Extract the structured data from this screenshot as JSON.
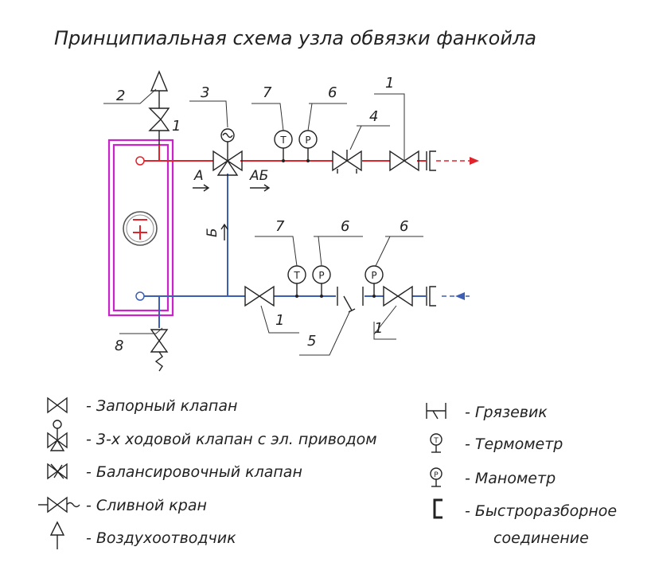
{
  "title": "Принципиальная схема узла обвязки фанкойла",
  "callouts": {
    "c1_top": "1",
    "c1_air": "1",
    "c2": "2",
    "c3": "3",
    "c4": "4",
    "c5": "5",
    "c6_top": "6",
    "c6_bot_a": "6",
    "c6_bot_b": "6",
    "c7_top": "7",
    "c7_bot": "7",
    "c8": "8",
    "c1_bot_a": "1",
    "c1_bot_b": "1"
  },
  "flows": {
    "a": "А",
    "ab": "АБ",
    "b": "Б"
  },
  "instruments": {
    "thermo": "T",
    "mano": "P"
  },
  "legend_left": [
    {
      "icon": "shutoff-valve-icon",
      "text": "- Запорный клапан"
    },
    {
      "icon": "three-way-valve-icon",
      "text": "- 3-х ходовой клапан с эл. приводом"
    },
    {
      "icon": "balancing-valve-icon",
      "text": "- Балансировочный клапан"
    },
    {
      "icon": "drain-cock-icon",
      "text": "- Сливной кран"
    },
    {
      "icon": "air-vent-icon",
      "text": "- Воздухоотводчик"
    }
  ],
  "legend_right": [
    {
      "icon": "strainer-icon",
      "text": "- Грязевик"
    },
    {
      "icon": "thermometer-icon",
      "text": "- Термометр"
    },
    {
      "icon": "manometer-icon",
      "text": "- Манометр"
    },
    {
      "icon": "quick-coupling-icon",
      "text": "- Быстроразборное",
      "text2": "соединение"
    }
  ],
  "colors": {
    "supply": "#e0242b",
    "return": "#3d5fb3",
    "fancoil": "#cc22cc"
  }
}
